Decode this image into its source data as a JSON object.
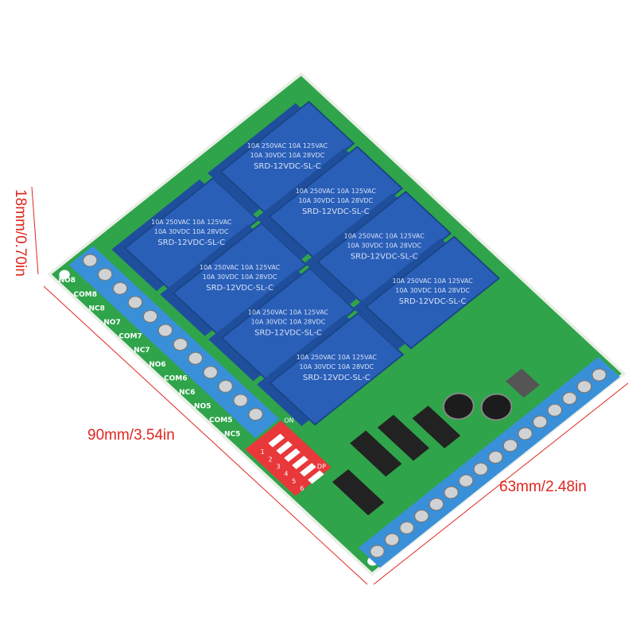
{
  "dimensions": {
    "height": "18mm/0.70in",
    "length": "90mm/3.54in",
    "width": "63mm/2.48in",
    "line_color": "#e0261f"
  },
  "relay": {
    "line1": "10A 250VAC  10A 125VAC",
    "line2": "10A 30VDC  10A 28VDC",
    "model": "SRD-12VDC-SL-C",
    "count": 8,
    "color": "#2a5fb8"
  },
  "terminals": {
    "labels": [
      "NO8",
      "COM8",
      "NC8",
      "NO7",
      "COM7",
      "NC7",
      "NO6",
      "COM6",
      "NC6",
      "NO5",
      "COM5",
      "NC5"
    ],
    "color": "#3a90d8"
  },
  "dip_switch": {
    "on_label": "ON",
    "dp_label": "DP",
    "numbers": [
      "1",
      "2",
      "3",
      "4",
      "5",
      "6"
    ],
    "color": "#e8383a"
  },
  "board_color": "#2fa44a"
}
